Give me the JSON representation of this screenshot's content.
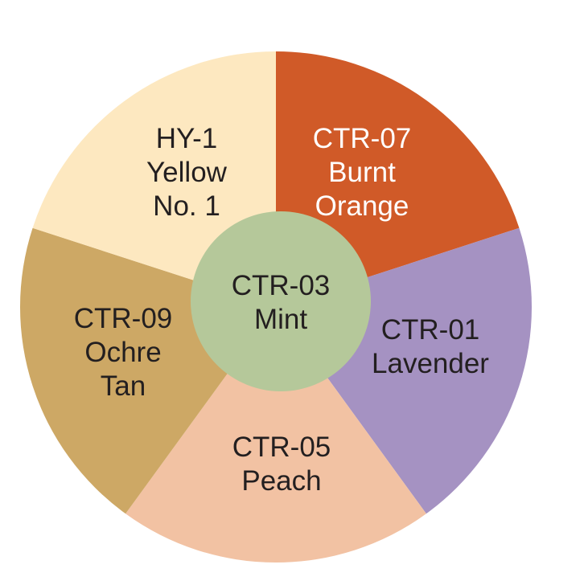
{
  "wheel": {
    "segments": [
      {
        "id": "ctr-07",
        "lines": [
          "CTR-07",
          "Burnt",
          "Orange"
        ],
        "color": "#d05a28",
        "text_color": "#ffffff"
      },
      {
        "id": "ctr-01",
        "lines": [
          "CTR-01",
          "Lavender"
        ],
        "color": "#a592c2",
        "text_color": "#231f20"
      },
      {
        "id": "ctr-05",
        "lines": [
          "CTR-05",
          "Peach"
        ],
        "color": "#f2c2a3",
        "text_color": "#231f20"
      },
      {
        "id": "ctr-09",
        "lines": [
          "CTR-09",
          "Ochre",
          "Tan"
        ],
        "color": "#cda865",
        "text_color": "#231f20"
      },
      {
        "id": "hy-1",
        "lines": [
          "HY-1",
          "Yellow",
          "No. 1"
        ],
        "color": "#fde8c0",
        "text_color": "#231f20"
      }
    ],
    "center": {
      "id": "ctr-03",
      "lines": [
        "CTR-03",
        "Mint"
      ],
      "color": "#b5c89a",
      "text_color": "#231f20"
    }
  }
}
